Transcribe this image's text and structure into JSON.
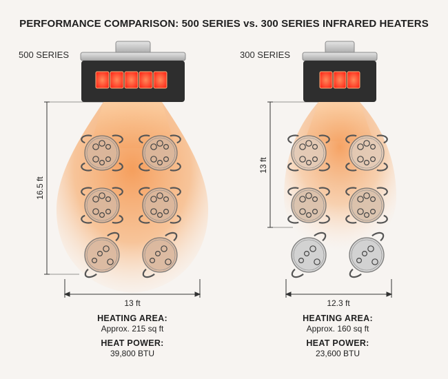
{
  "title": "PERFORMANCE COMPARISON: 500 SERIES vs. 300 SERIES INFRARED HEATERS",
  "heaters": [
    {
      "id": "500",
      "label": "500 SERIES",
      "height_label": "16.5 ft",
      "width_label": "13 ft",
      "area_heading": "HEATING AREA:",
      "area_value": "Approx. 215 sq ft",
      "power_heading": "HEAT POWER:",
      "power_value": "39,800 BTU",
      "element_count": 5
    },
    {
      "id": "300",
      "label": "300 SERIES",
      "height_label": "13 ft",
      "width_label": "12.3 ft",
      "area_heading": "HEATING AREA:",
      "area_value": "Approx. 160 sq ft",
      "power_heading": "HEAT POWER:",
      "power_value": "23,600 BTU",
      "element_count": 3
    }
  ],
  "colors": {
    "heat_glow": "#f6a25c",
    "element_red": "#ff3b2a",
    "heater_body": "#2e2e2e",
    "table_warm": "#d9b79e",
    "table_cool": "#cfcfcf"
  }
}
